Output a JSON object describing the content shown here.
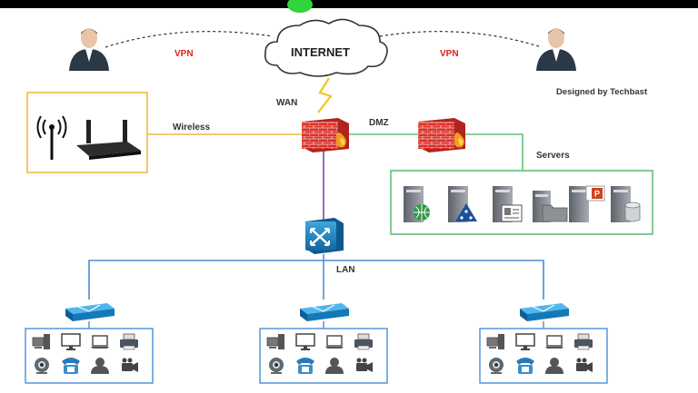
{
  "labels": {
    "internet": "INTERNET",
    "vpn_left": "VPN",
    "vpn_right": "VPN",
    "wan": "WAN",
    "designed_by": "Designed by Techbast",
    "wireless": "Wireless",
    "dmz": "DMZ",
    "servers": "Servers",
    "lan": "LAN"
  },
  "colors": {
    "top_bar": "#000000",
    "green_accent": "#2fd53a",
    "wireless_line": "#f4b942",
    "dmz_line": "#63c07a",
    "lan_line": "#4a8fd6",
    "core_link": "#8a5bb8",
    "vpn_text": "#e0201a",
    "firewall_brick": "#d9322a",
    "switch_blue": "#1d8ac9",
    "wireless_box_border": "#f4b942",
    "servers_box_border": "#63c07a",
    "lan_box_border": "#4a8fd6"
  },
  "icons": {
    "users": [
      "user-icon-left",
      "user-icon-right"
    ],
    "cloud": "cloud-icon",
    "lightning": "lightning-icon",
    "firewalls": [
      "main-firewall-icon",
      "dmz-firewall-icon"
    ],
    "wireless": [
      "antenna-icon",
      "router-icon"
    ],
    "core_switch": "core-switch-icon",
    "access_switches": [
      "switch-icon",
      "switch-icon",
      "switch-icon"
    ],
    "servers": [
      "web-server-icon",
      "directory-server-icon",
      "contact-server-icon",
      "file-server-icon",
      "office-server-icon",
      "database-server-icon"
    ],
    "lan_devices": [
      "desktop-icon",
      "monitor-icon",
      "laptop-icon",
      "printer-icon",
      "webcam-icon",
      "phone-icon",
      "user-silhouette-icon",
      "camera-icon"
    ]
  }
}
